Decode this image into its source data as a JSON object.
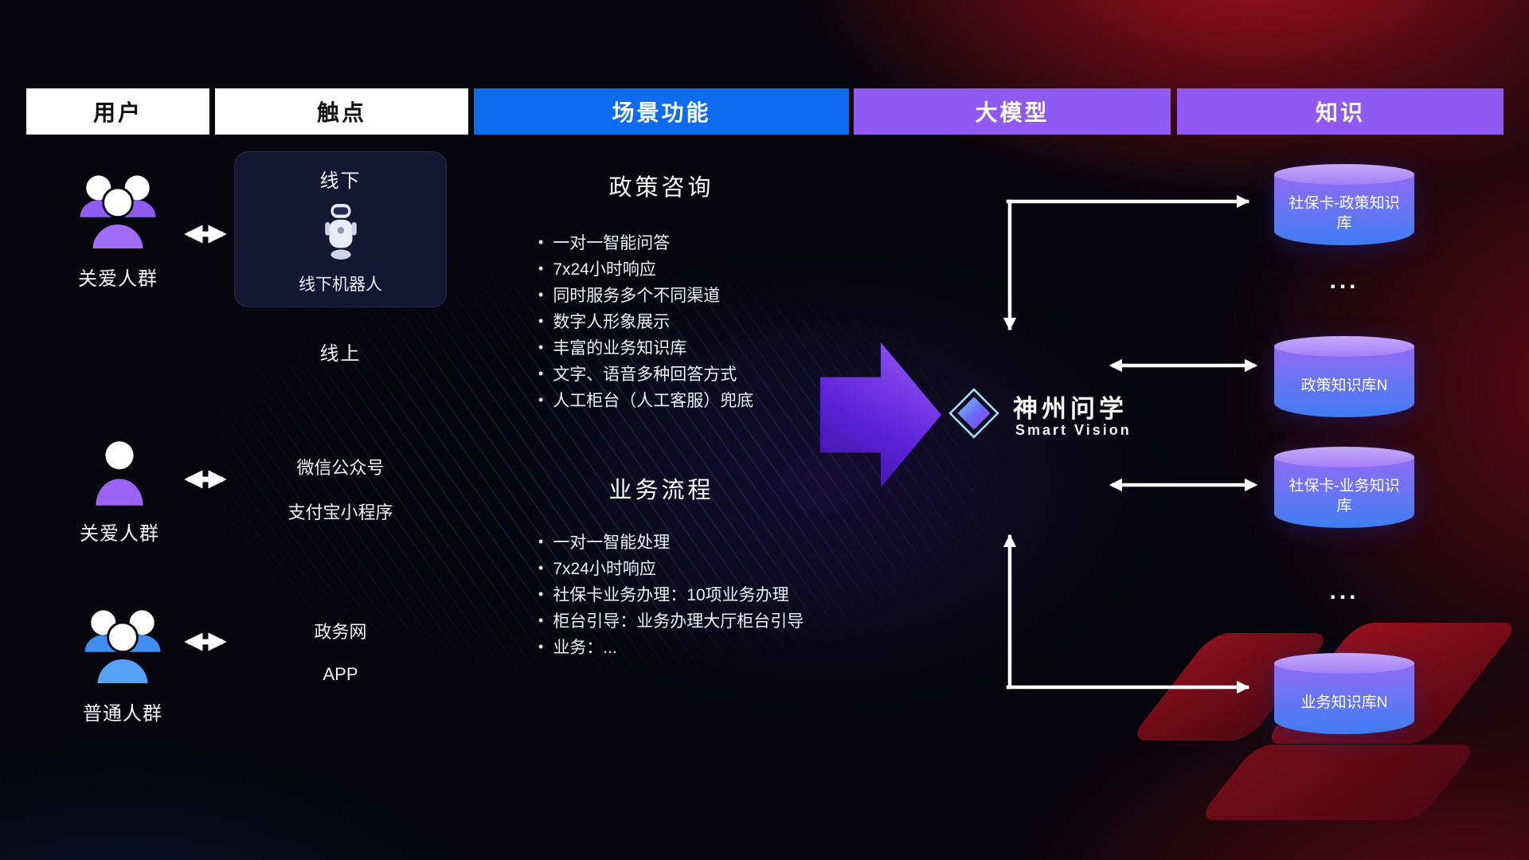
{
  "columns": [
    {
      "label": "用户"
    },
    {
      "label": "触点"
    },
    {
      "label": "场景功能"
    },
    {
      "label": "大模型"
    },
    {
      "label": "知识"
    }
  ],
  "user_groups": [
    {
      "label": "关爱人群"
    },
    {
      "label": "关爱人群"
    },
    {
      "label": "普通人群"
    }
  ],
  "touchpoints": {
    "offline_title": "线下",
    "offline_robot": "线下机器人",
    "online_title": "线上",
    "wechat": "微信公众号",
    "alipay": "支付宝小程序",
    "gov_web": "政务网",
    "app": "APP"
  },
  "scenario_sections": [
    {
      "title": "政策咨询",
      "bullets": [
        "一对一智能问答",
        "7x24小时响应",
        "同时服务多个不同渠道",
        "数字人形象展示",
        "丰富的业务知识库",
        "文字、语音多种回答方式",
        "人工柜台（人工客服）兜底"
      ]
    },
    {
      "title": "业务流程",
      "bullets": [
        "一对一智能处理",
        "7x24小时响应",
        "社保卡业务办理：10项业务办理",
        "柜台引导：业务办理大厅柜台引导",
        "业务：..."
      ]
    }
  ],
  "model": {
    "name": "神州问学",
    "subtitle": "Smart Vision"
  },
  "knowledge_items": [
    {
      "label": "社保卡-政策知识库"
    },
    {
      "label": "..."
    },
    {
      "label": "政策知识库N"
    },
    {
      "label": "社保卡-业务知识库"
    },
    {
      "label": "..."
    },
    {
      "label": "业务知识库N"
    }
  ],
  "colors": {
    "header_blue": "#0b6cf0",
    "header_purple": "#9059f2",
    "db_cap": "#b394f8",
    "db_body_top": "#8f6af4",
    "db_body_bottom": "#3f7df2",
    "people_purple": "#a06cf8",
    "people_blue": "#55a2f8",
    "flow_arrow_purple": "#6d2ee8",
    "background_red": "#a50f1e",
    "arrow_white": "#ffffff"
  }
}
